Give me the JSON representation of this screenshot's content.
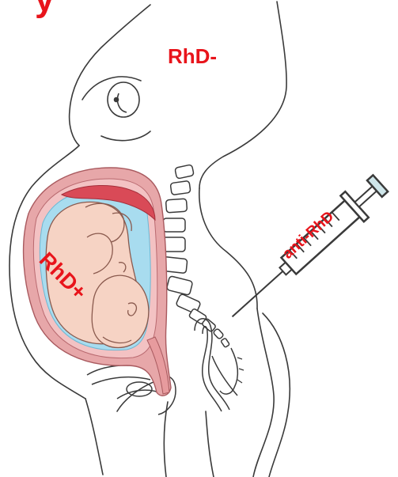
{
  "labels": {
    "mother": "RhD-",
    "fetus": "RhD+",
    "syringe": "anti-RhD",
    "top_fragment": "y"
  },
  "colors": {
    "label_red": "#e8141b",
    "outline": "#3a3a3a",
    "fetus_skin": "#f6d3c4",
    "uterus_wall": "#e7a7a9",
    "uterus_inner": "#f3c2c3",
    "amniotic_fluid": "#a8dcef",
    "placenta": "#d94a57",
    "syringe_plunger": "#cfe6ea",
    "cervix": "#e79b9e"
  }
}
